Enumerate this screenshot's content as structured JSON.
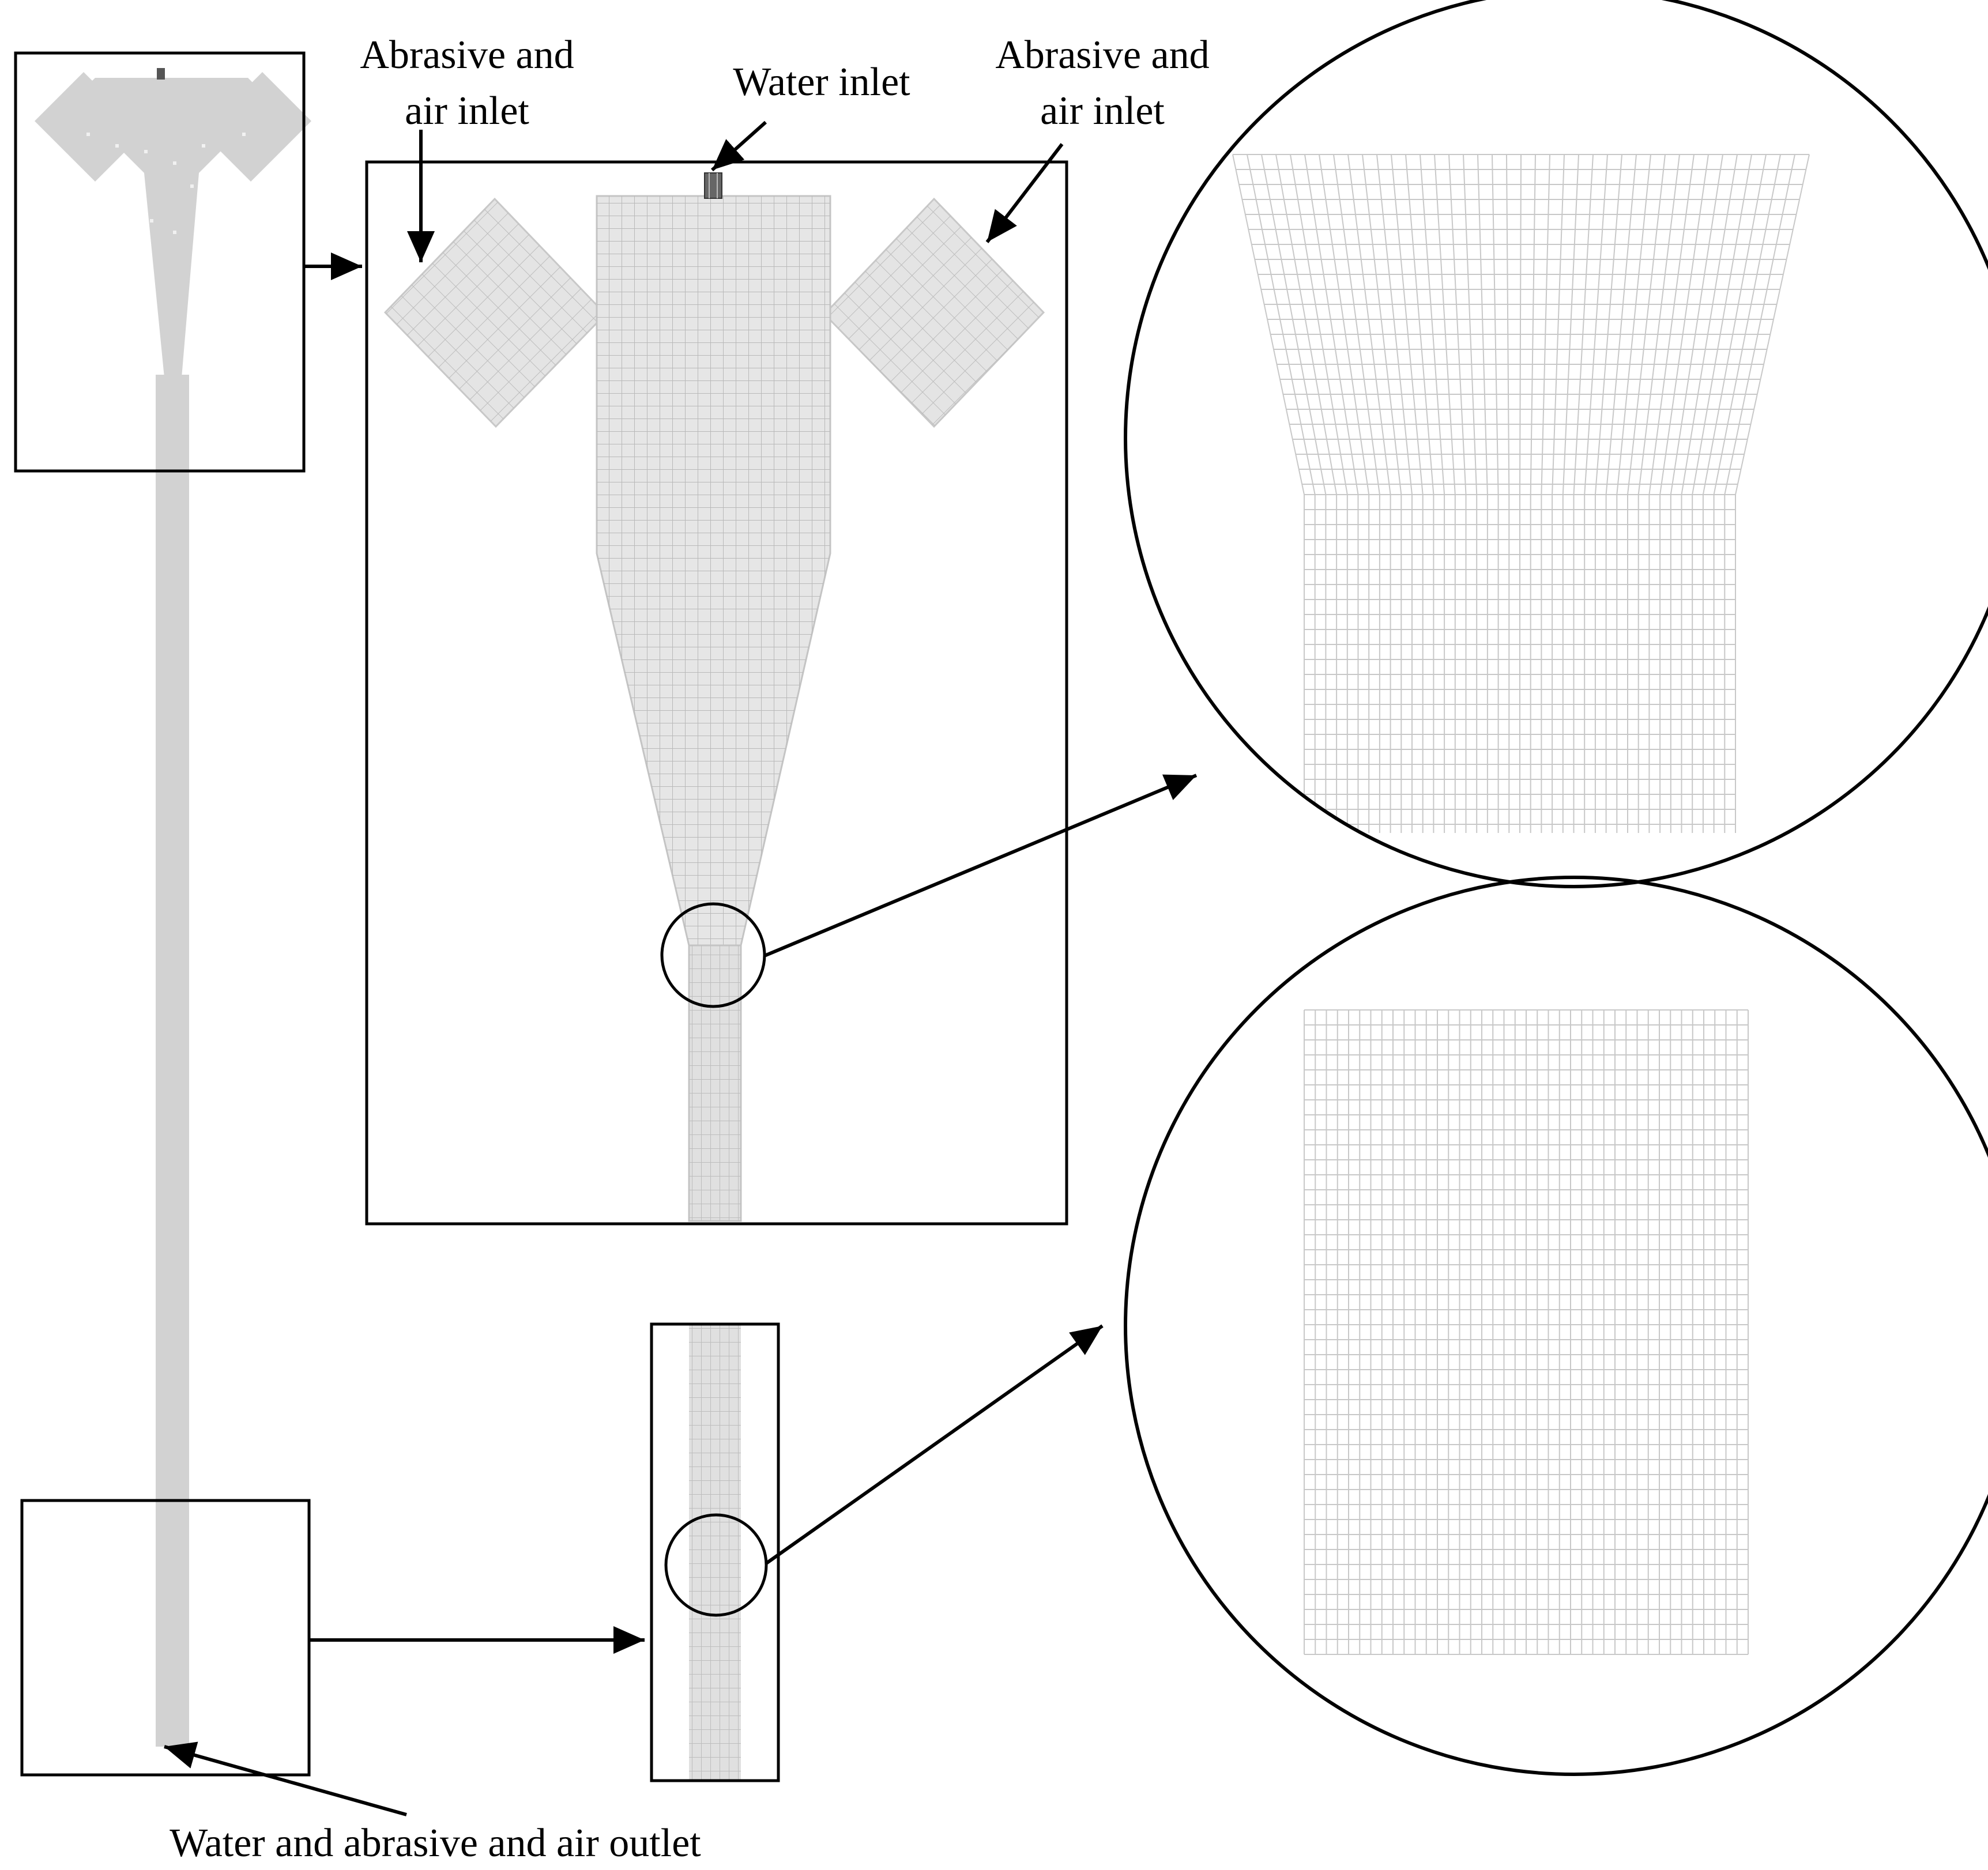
{
  "labels": {
    "left_inlet_line1": "Abrasive and",
    "left_inlet_line2": "air inlet",
    "water_inlet": "Water inlet",
    "right_inlet_line1": "Abrasive and",
    "right_inlet_line2": "air inlet",
    "outlet": "Water and abrasive and air outlet"
  },
  "colors": {
    "mesh_fill": "#d2d2d2",
    "mesh_line": "#b4b4b4",
    "mesh_line_light": "#c8c8c8",
    "frame": "#000000",
    "background": "#ffffff"
  }
}
